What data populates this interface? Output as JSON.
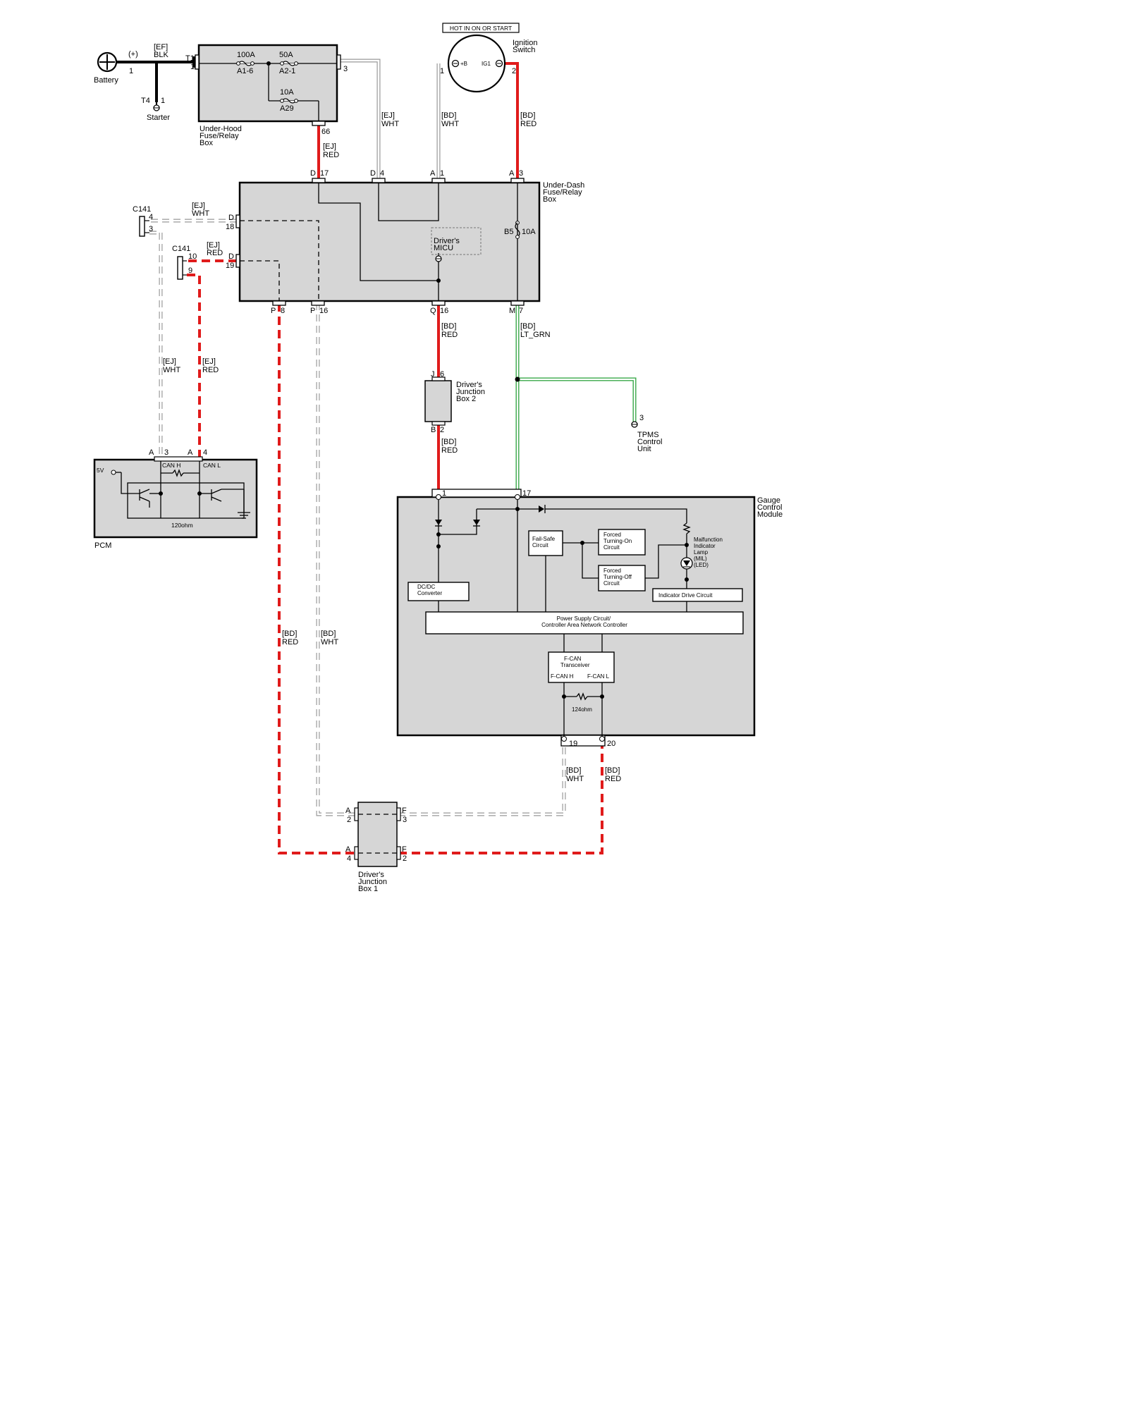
{
  "diagram": {
    "hot_label": "HOT IN ON OR START",
    "battery": {
      "label": "Battery",
      "plus": "(+)",
      "pin": "1"
    },
    "starter": {
      "label": "Starter",
      "conn": "T4",
      "pin": "1"
    },
    "underhood": {
      "name": [
        "Under-Hood",
        "Fuse/Relay",
        "Box"
      ],
      "conn": "T1",
      "pin_t1": "1",
      "pin_out": "3",
      "pin_66": "66",
      "fuses": [
        {
          "amps": "100A",
          "id": "A1-6"
        },
        {
          "amps": "50A",
          "id": "A2-1"
        },
        {
          "amps": "10A",
          "id": "A29"
        }
      ]
    },
    "ignition": {
      "name": [
        "Ignition",
        "Switch"
      ],
      "b": "+B",
      "ig1": "IG1",
      "pin1": "1",
      "pin2": "2"
    },
    "underdash": {
      "name": [
        "Under-Dash",
        "Fuse/Relay",
        "Box"
      ],
      "micu": [
        "Driver's",
        "MICU"
      ],
      "fuse": "10A",
      "fuse_id": "B5",
      "pins": {
        "d17": [
          "D",
          "17"
        ],
        "d4": [
          "D",
          "4"
        ],
        "a1": [
          "A",
          "1"
        ],
        "a3": [
          "A",
          "3"
        ],
        "d18": [
          "D",
          "18"
        ],
        "d19": [
          "D",
          "19"
        ],
        "p8": [
          "P",
          "8"
        ],
        "p16": [
          "P",
          "16"
        ],
        "q16": [
          "Q",
          "16"
        ],
        "m7": [
          "M",
          "7"
        ]
      }
    },
    "c141_a": {
      "label": "C141",
      "p1": "4",
      "p2": "3"
    },
    "c141_b": {
      "label": "C141",
      "p1": "10",
      "p2": "9"
    },
    "wires": {
      "w_ej_red_top": [
        "[EJ]",
        "RED"
      ],
      "w_ej_wht_top": [
        "[EJ]",
        "WHT"
      ],
      "w_bd_wht_top": [
        "[BD]",
        "WHT"
      ],
      "w_bd_red_top": [
        "[BD]",
        "RED"
      ],
      "w_ej_wht_d18": [
        "[EJ]",
        "WHT"
      ],
      "w_ej_red_d19": [
        "[EJ]",
        "RED"
      ],
      "w_ej_wht_pcm": [
        "[EJ]",
        "WHT"
      ],
      "w_ej_red_pcm": [
        "[EJ]",
        "RED"
      ],
      "w_bd_red_q16": [
        "[BD]",
        "RED"
      ],
      "w_bd_ltgrn": [
        "[BD]",
        "LT_GRN"
      ],
      "w_bd_red_b2": [
        "[BD]",
        "RED"
      ],
      "w_bd_red_p8": [
        "[BD]",
        "RED"
      ],
      "w_bd_wht_p16": [
        "[BD]",
        "WHT"
      ],
      "w_bd_wht_19": [
        "[BD]",
        "WHT"
      ],
      "w_bd_red_20": [
        "[BD]",
        "RED"
      ]
    },
    "djb2": {
      "name": [
        "Driver's",
        "Junction",
        "Box 2"
      ],
      "top": [
        "J",
        "6"
      ],
      "bot": [
        "B",
        "2"
      ]
    },
    "tpms": {
      "name": [
        "TPMS",
        "Control",
        "Unit"
      ],
      "pin": "3"
    },
    "pcm": {
      "name": "PCM",
      "v5": "5V",
      "res": "120ohm",
      "can_h": "CAN H",
      "can_l": "CAN L",
      "pin_a3": [
        "A",
        "3"
      ],
      "pin_a4": [
        "A",
        "4"
      ]
    },
    "gcm": {
      "name": [
        "Gauge",
        "Control",
        "Module"
      ],
      "pin1": "1",
      "pin17": "17",
      "pin19": "19",
      "pin20": "20",
      "dcdc": [
        "DC/DC",
        "Converter"
      ],
      "failsafe": [
        "Fail-Safe",
        "Circuit"
      ],
      "forced_on": [
        "Forced",
        "Turning-On",
        "Circuit"
      ],
      "forced_off": [
        "Forced",
        "Turning-Off",
        "Circuit"
      ],
      "mil": [
        "Malfunction",
        "Indicator",
        "Lamp",
        "(MIL)",
        "(LED)"
      ],
      "indicator_drive": "Indicator Drive Circuit",
      "power_supply": [
        "Power Supply Circuit/",
        "Controller Area Network Controller"
      ],
      "fcan": [
        "F-CAN",
        "Transceiver"
      ],
      "fcan_h": "F-CAN H",
      "fcan_l": "F-CAN L",
      "res": "124ohm"
    },
    "djb1": {
      "name": [
        "Driver's",
        "Junction",
        "Box 1"
      ],
      "a2": [
        "A",
        "2"
      ],
      "a4": [
        "A",
        "4"
      ],
      "f3": [
        "F",
        "3"
      ],
      "f2": [
        "F",
        "2"
      ]
    }
  },
  "colors": {
    "red": "#e01b1b",
    "green": "#3aa84a",
    "gray": "#b9b9b9",
    "box_fill": "#d6d6d6"
  }
}
